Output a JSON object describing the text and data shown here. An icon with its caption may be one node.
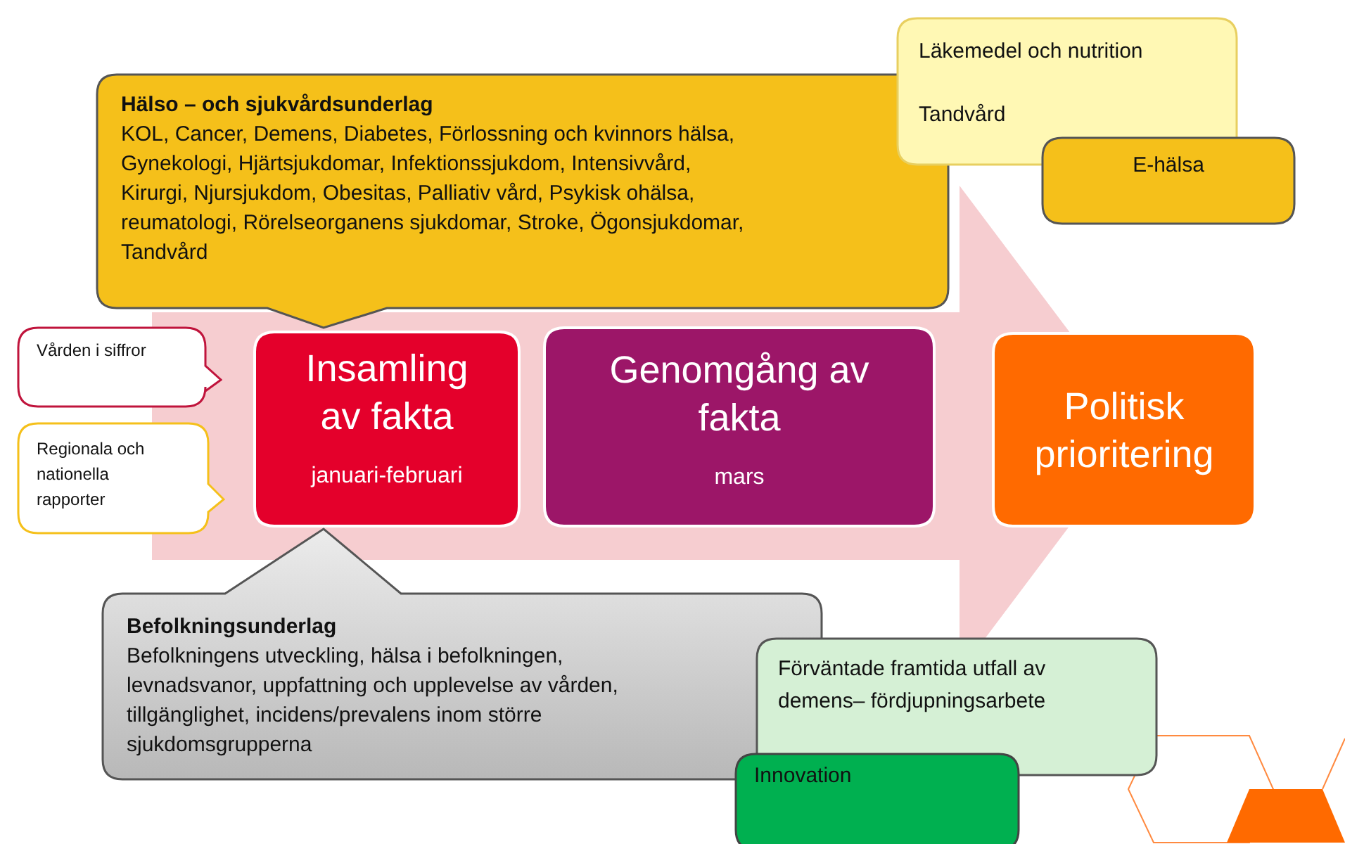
{
  "diagram": {
    "nodes": [
      {
        "text": [
          "Hälso – och sjukvårdsunderlag",
          "KOL, Cancer, Demens, Diabetes, Förlossning och kvinnors hälsa, Gynekologi, Hjärtsjukdomar, Infektionssjukdom, Intensivvård, Kirurgi, Njursjukdom, Obesitas, Palliativ vård, Psykisk ohälsa, reumatologi, Rörelseorganens sjukdomar, Stroke, Ögonsjukdomar, Tandvård"
        ]
      },
      {
        "text": [
          "Läkemedel och nutrition",
          "Tandvård"
        ]
      },
      {
        "text": [
          "E-hälsa"
        ]
      },
      {
        "text": [
          "Vården i siffror"
        ]
      },
      {
        "text": [
          "Regionala och nationella rapporter"
        ]
      },
      {
        "text": [],
        "shape": "arrow"
      },
      {
        "text": [
          "Insamling av fakta",
          "januari-februari"
        ],
        "in": 5
      },
      {
        "text": [
          "Genomgång av fakta",
          "mars"
        ],
        "in": 5
      },
      {
        "text": [
          "Politisk prioritering"
        ]
      },
      {
        "text": [
          "Befolkningsunderlag",
          "Befolkningens utveckling, hälsa i befolkningen, levnadsvanor, uppfattning och upplevelse av vården, tillgänglighet, incidens/prevalens inom större sjukdomsgrupperna"
        ]
      },
      {
        "text": [
          "Förväntade framtida utfall av demens– fördjupningsarbete"
        ]
      },
      {
        "text": [
          "Innovation"
        ]
      }
    ]
  }
}
